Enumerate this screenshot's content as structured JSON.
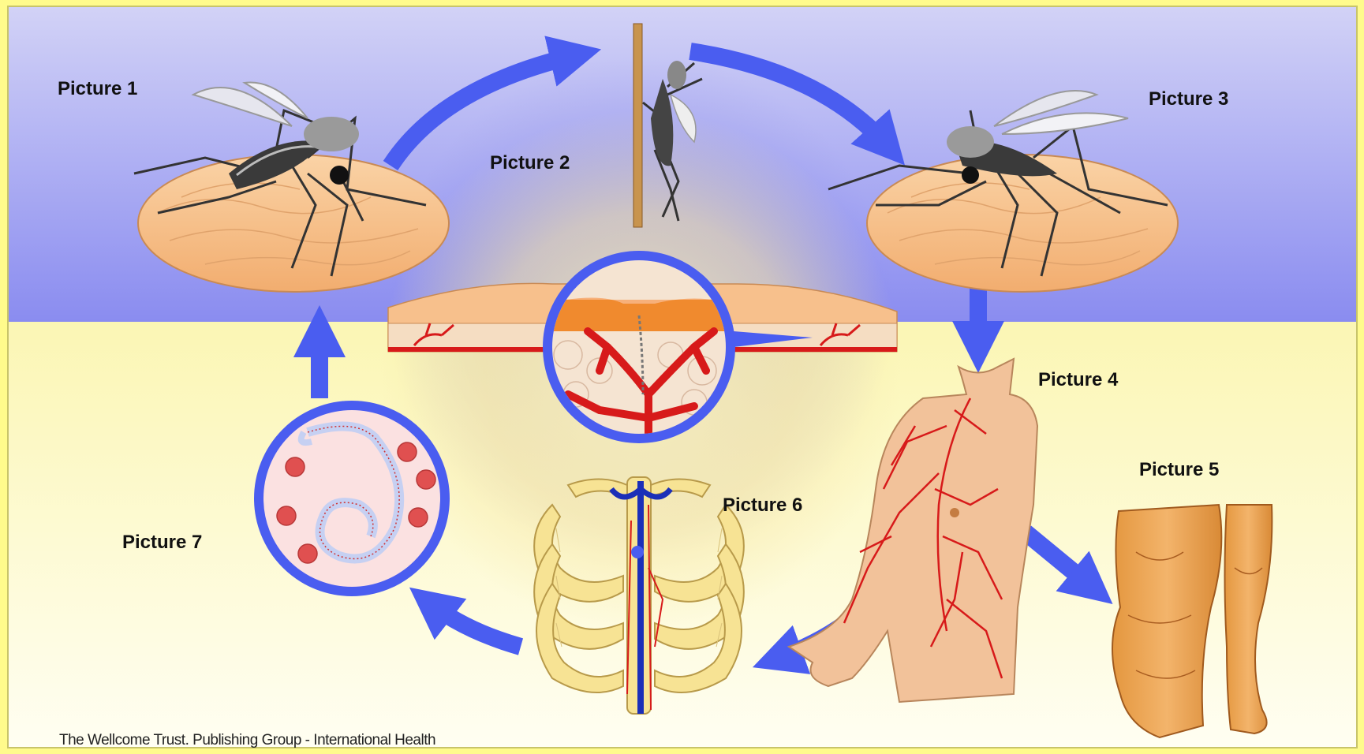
{
  "labels": {
    "picture_1": "Picture 1",
    "picture_2": "Picture 2",
    "picture_3": "Picture 3",
    "picture_4": "Picture 4",
    "picture_5": "Picture 5",
    "picture_6": "Picture 6",
    "picture_7": "Picture 7"
  },
  "credit": "The Wellcome Trust. Publishing Group - International Health",
  "colors": {
    "border": "#fffb8c",
    "sky_top": "#c9c9f5",
    "sky_bottom": "#8c8cf0",
    "ground": "#fdf9c2",
    "arrow": "#4a5df0",
    "skin": "#f7c08c",
    "vessel": "#d71a1a",
    "bone": "#f6e08c",
    "vein": "#1b2fb8"
  },
  "icons": [
    "mosquito-icon",
    "mosquito-resting-icon",
    "skin-patch-icon",
    "torso-icon",
    "swollen-legs-icon",
    "ribcage-icon",
    "microfilaria-icon"
  ]
}
